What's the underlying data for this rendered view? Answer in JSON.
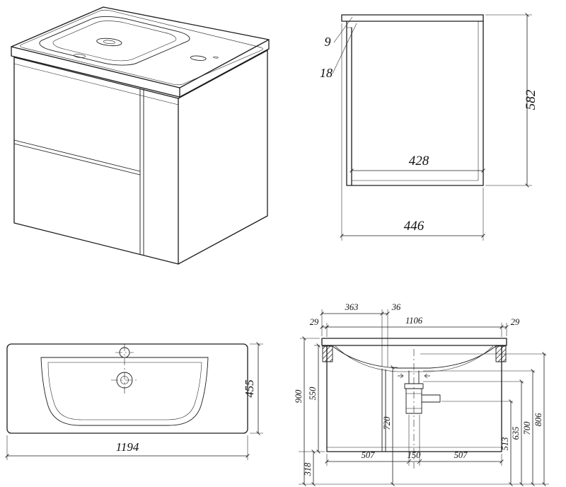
{
  "drawing": {
    "background": "#ffffff",
    "line_color": "#1c1c1c",
    "views": {
      "isometric": {
        "name": "vanity-cabinet-isometric"
      },
      "side": {
        "dims": {
          "counter_thickness": "9",
          "front_edge_thickness": "18",
          "height": "582",
          "inner_depth": "428",
          "depth": "446"
        }
      },
      "basin": {
        "dims": {
          "height": "455",
          "width": "1194"
        }
      },
      "front": {
        "dims": {
          "left_offset": "363",
          "divider": "36",
          "overhang_left": "29",
          "inner_width": "1106",
          "overhang_right": "29",
          "total_height": "900",
          "cabinet_height": "550",
          "bottom_clearance": "318",
          "drain_height": "720",
          "h513": "513",
          "h635": "635",
          "h700": "700",
          "h806": "806",
          "drawer_left": "507",
          "center_gap": "150",
          "drawer_right": "507"
        }
      }
    }
  }
}
